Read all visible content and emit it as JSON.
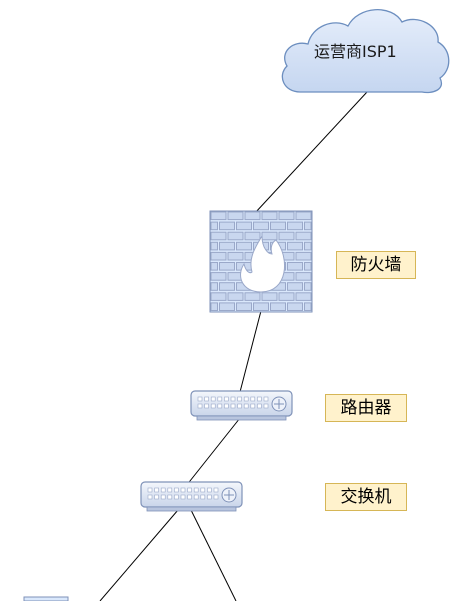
{
  "nodes": {
    "isp": {
      "label": "运营商ISP1",
      "icon": "cloud-icon"
    },
    "firewall": {
      "label": "防火墙",
      "icon": "firewall-icon"
    },
    "router": {
      "label": "路由器",
      "icon": "router-icon"
    },
    "switch": {
      "label": "交换机",
      "icon": "switch-icon"
    }
  },
  "colors": {
    "cloud_fill": "#dae8fc",
    "cloud_stroke": "#6c8ebf",
    "device_fill": "#dae8fc",
    "device_stroke": "#7f92b8",
    "brick_stroke": "#9aa8c9",
    "flame": "#ffffff",
    "label_fill": "#fff2cc",
    "label_stroke": "#d6b656",
    "line": "#000000"
  }
}
